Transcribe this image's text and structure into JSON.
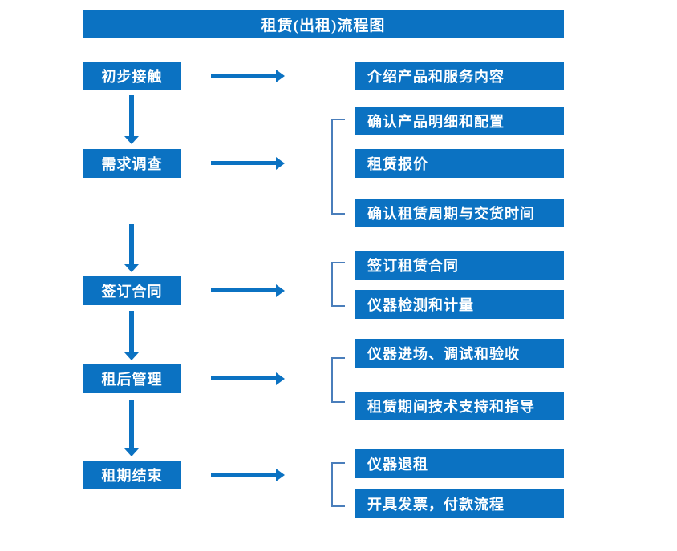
{
  "diagram": {
    "title": "租赁(出租)流程图",
    "colors": {
      "box_fill": "#0b72c2",
      "box_text": "#ffffff",
      "arrow": "#0b72c2",
      "bracket": "#4a7ebb",
      "background": "#ffffff"
    },
    "stages": [
      {
        "id": "stage-1",
        "label": "初步接触",
        "details": [
          {
            "id": "detail-1-1",
            "label": "介绍产品和服务内容"
          }
        ],
        "bracketed": false
      },
      {
        "id": "stage-2",
        "label": "需求调查",
        "details": [
          {
            "id": "detail-2-1",
            "label": "确认产品明细和配置"
          },
          {
            "id": "detail-2-2",
            "label": "租赁报价"
          },
          {
            "id": "detail-2-3",
            "label": "确认租赁周期与交货时间"
          }
        ],
        "bracketed": true
      },
      {
        "id": "stage-3",
        "label": "签订合同",
        "details": [
          {
            "id": "detail-3-1",
            "label": "签订租赁合同"
          },
          {
            "id": "detail-3-2",
            "label": "仪器检测和计量"
          }
        ],
        "bracketed": true
      },
      {
        "id": "stage-4",
        "label": "租后管理",
        "details": [
          {
            "id": "detail-4-1",
            "label": "仪器进场、调试和验收"
          },
          {
            "id": "detail-4-2",
            "label": "租赁期间技术支持和指导"
          }
        ],
        "bracketed": true
      },
      {
        "id": "stage-5",
        "label": "租期结束",
        "details": [
          {
            "id": "detail-5-1",
            "label": "仪器退租"
          },
          {
            "id": "detail-5-2",
            "label": "开具发票，付款流程"
          }
        ],
        "bracketed": true
      }
    ],
    "icons": {
      "flow_arrow_down": "down-arrow-icon",
      "flow_arrow_right": "right-arrow-icon",
      "group_bracket": "group-bracket-icon"
    }
  }
}
